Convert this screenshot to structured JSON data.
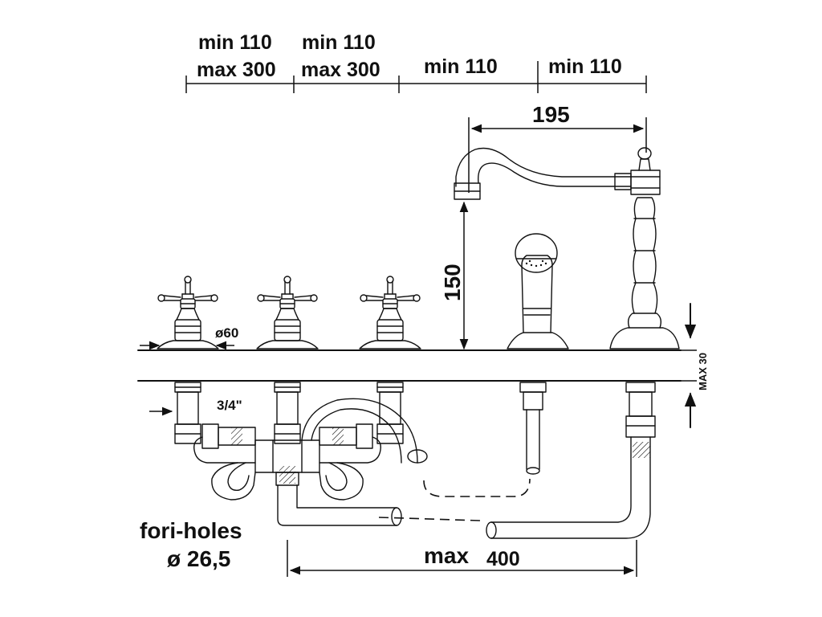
{
  "dimensions": {
    "col1_min": "min 110",
    "col1_max": "max 300",
    "col2_min": "min 110",
    "col2_max": "max 300",
    "col3_min": "min 110",
    "col4_min": "min 110",
    "spout_reach": "195",
    "spout_height": "150",
    "deck_thickness": "MAX 30",
    "handle_diameter": "ø60",
    "thread_size": "3/4\"",
    "total_max_prefix": "max",
    "total_max_value": "400"
  },
  "notes": {
    "holes_label": "fori-holes",
    "holes_diameter": "ø 26,5"
  }
}
